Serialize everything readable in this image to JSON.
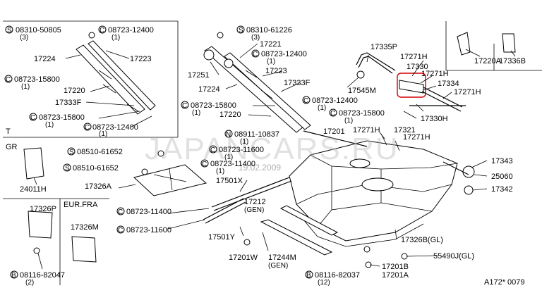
{
  "watermark": "JAPANCARS.RU",
  "date_stamp": "19.02.2009",
  "figure_id": "A172* 0079",
  "boxes": {
    "t": "T",
    "gr": "GR",
    "eur": "EUR.FRA"
  },
  "labels": {
    "s0831050805": "08310-50805",
    "q3a": "(3)",
    "c0872312400a": "08723-12400",
    "q1a": "(1)",
    "p17224a": "17224",
    "p17223a": "17223",
    "c0872315800a": "08723-15800",
    "q1b": "(1)",
    "p17220a": "17220",
    "p17333fa": "17333F",
    "c0872315800b": "08723-15800",
    "q1c": "(1)",
    "c0872312400b": "08723-12400",
    "q1d": "(1)",
    "s0831061226": "08310-61226",
    "q3b": "(3)",
    "p17221": "17221",
    "c0872312400c": "08723-12400",
    "q1e": "(1)",
    "p17251": "17251",
    "p17223b": "17223",
    "p17224b": "17224",
    "p17333fb": "17333F",
    "c0872315800c": "08723-15800",
    "q1f": "(1)",
    "p17220b": "17220",
    "c0872312400d": "08723-12400",
    "q1g": "(1)",
    "p17335p": "17335P",
    "p17271ha": "17271H",
    "p17330": "17330",
    "p17271hb": "17271H",
    "p17334": "17334",
    "p17271hc": "17271H",
    "p17545m": "17545M",
    "c0872315800d": "08723-15800",
    "q1h": "(1)",
    "p17330h": "17330H",
    "p17201": "17201",
    "p17271hd": "17271H",
    "p17321": "17321",
    "p17271he": "17271H",
    "n0891110837": "08911-10837",
    "q1i": "(1)",
    "c0872311600a": "08723-11600",
    "q1j": "(1)",
    "c0872311400a": "08723-11400",
    "q1k": "(1)",
    "s0851061652a": "08510-61652",
    "s0851061652b": "08510-61652",
    "p17326a": "17326A",
    "p17501x": "17501X",
    "p17212gen": "17212",
    "gen1": "(GEN)",
    "c0872311400b": "08723-11400",
    "c0872311600b": "08723-11600",
    "p17501y": "17501Y",
    "p17201w": "17201W",
    "p17244m": "17244M",
    "gen2": "(GEN)",
    "b0811682037": "08116-82037",
    "q12": "(12)",
    "p17201ba": "17201B",
    "p17201a": "17201A",
    "p17326bgl": "17326B(GL)",
    "p55490jgl": "55490J(GL)",
    "p17343": "17343",
    "p25060": "25060",
    "p17342": "17342",
    "p17220ab": "17220A",
    "p17336b": "17336B",
    "p24011h": "24011H",
    "p17326p": "17326P",
    "p17326m": "17326M",
    "b0811682047": "08116-82047",
    "q2": "(2)"
  }
}
